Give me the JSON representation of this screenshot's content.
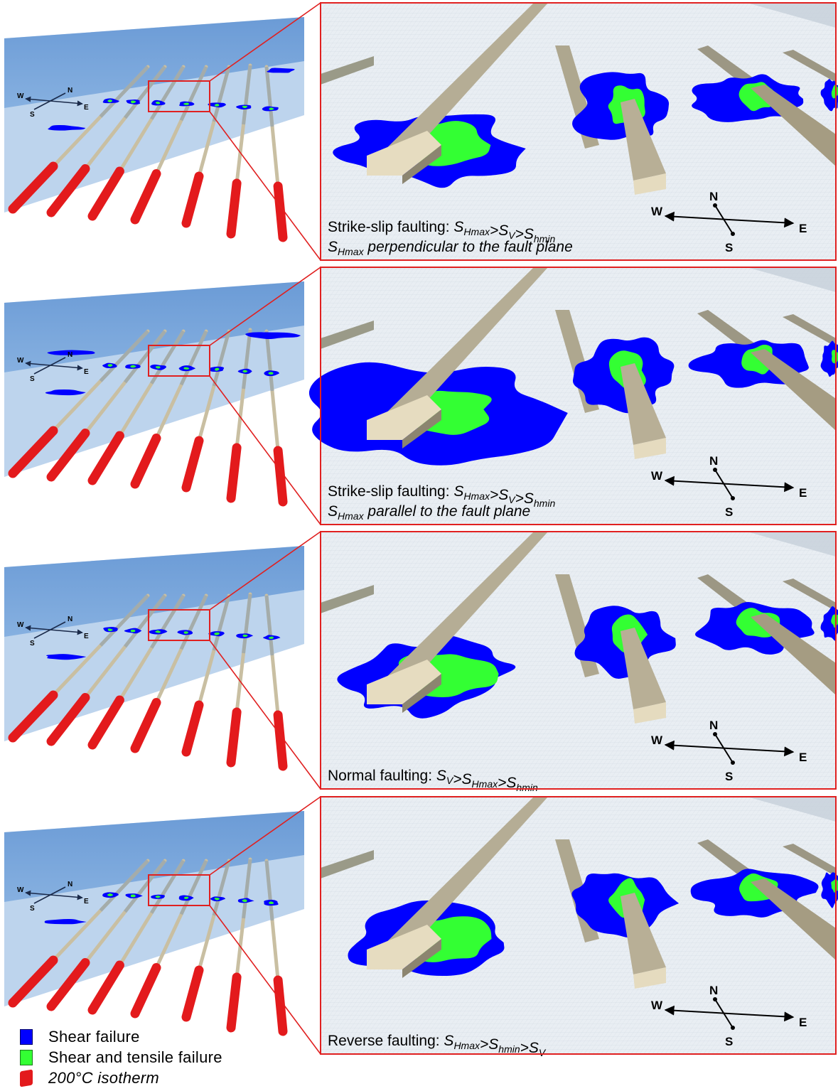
{
  "colors": {
    "shear": "#0000ff",
    "shear_tensile": "#33ff33",
    "isotherm": "#e31a1c",
    "frame": "#e02020",
    "fault_dark": "#6f9fd8",
    "fault_light": "#b9d2ec",
    "well": "#d2c6a6",
    "mesh": "#e6ecf2"
  },
  "panels": [
    {
      "caption_line1_prefix": "Strike-slip faulting: ",
      "caption_line1_formula": [
        [
          "S",
          "Hmax"
        ],
        [
          ">",
          ""
        ],
        [
          "S",
          "V"
        ],
        [
          ">",
          ""
        ],
        [
          "S",
          "hmin"
        ]
      ],
      "caption_line2_symbol": [
        "S",
        "Hmax"
      ],
      "caption_line2_text": " perpendicular to the fault plane",
      "compass": {
        "w": "W",
        "n": "N",
        "e": "E",
        "s": "S"
      }
    },
    {
      "caption_line1_prefix": "Strike-slip faulting: ",
      "caption_line1_formula": [
        [
          "S",
          "Hmax"
        ],
        [
          ">",
          ""
        ],
        [
          "S",
          "V"
        ],
        [
          ">",
          ""
        ],
        [
          "S",
          "hmin"
        ]
      ],
      "caption_line2_symbol": [
        "S",
        "Hmax"
      ],
      "caption_line2_text": " parallel to the fault plane",
      "compass": {
        "w": "W",
        "n": "N",
        "e": "E",
        "s": "S"
      }
    },
    {
      "caption_line1_prefix": "Normal faulting: ",
      "caption_line1_formula": [
        [
          "S",
          "V"
        ],
        [
          ">",
          ""
        ],
        [
          "S",
          "Hmax"
        ],
        [
          ">",
          ""
        ],
        [
          "S",
          "hmin"
        ]
      ],
      "caption_line2_symbol": null,
      "caption_line2_text": "",
      "compass": {
        "w": "W",
        "n": "N",
        "e": "E",
        "s": "S"
      }
    },
    {
      "caption_line1_prefix": "Reverse faulting: ",
      "caption_line1_formula": [
        [
          "S",
          "Hmax"
        ],
        [
          ">",
          ""
        ],
        [
          "S",
          "hmin"
        ],
        [
          ">",
          ""
        ],
        [
          "S",
          "V"
        ]
      ],
      "caption_line2_symbol": null,
      "caption_line2_text": "",
      "compass": {
        "w": "W",
        "n": "N",
        "e": "E",
        "s": "S"
      }
    }
  ],
  "legend": {
    "shear_label": "Shear failure",
    "shear_tensile_label": "Shear and tensile failure",
    "isotherm_label": "200°C isotherm"
  }
}
